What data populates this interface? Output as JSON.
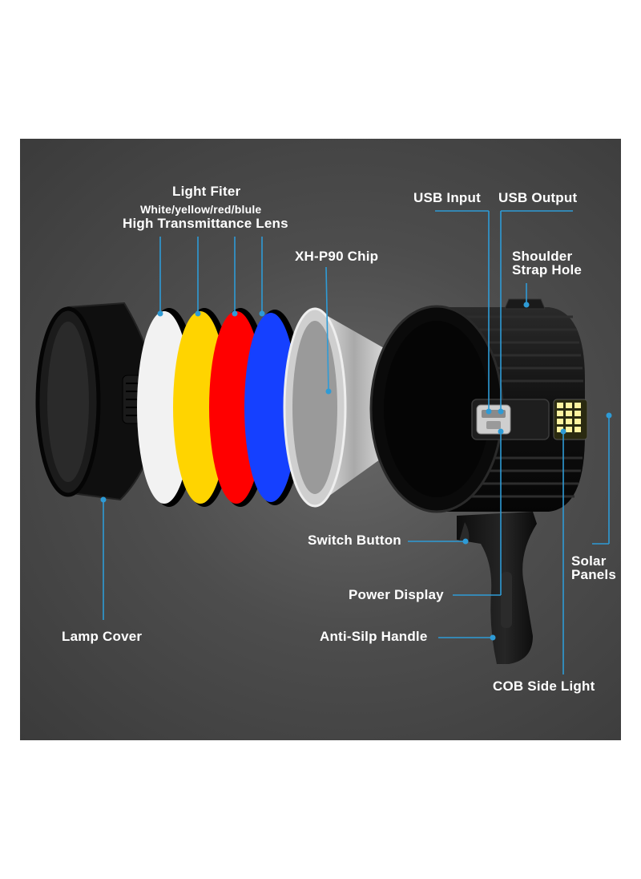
{
  "labels": {
    "light_filter_title": "Light Fiter",
    "light_filter_colors": "White/yellow/red/blule",
    "lens": "High Transmittance Lens",
    "chip": "XH-P90 Chip",
    "usb_input": "USB Input",
    "usb_output": "USB Output",
    "shoulder_strap_line1": "Shoulder",
    "shoulder_strap_line2": "Strap Hole",
    "switch_button": "Switch Button",
    "solar_line1": "Solar",
    "solar_line2": "Panels",
    "power_display": "Power Display",
    "lamp_cover": "Lamp Cover",
    "handle": "Anti-Silp Handle",
    "cob_light": "COB Side Light"
  },
  "colors": {
    "panel_bg": "#4d4d4d",
    "leader_line": "#2e9bd6",
    "filter_white": "#f2f2f2",
    "filter_yellow": "#ffd400",
    "filter_red": "#ff0000",
    "filter_blue": "#1540ff",
    "body_black": "#141414"
  }
}
